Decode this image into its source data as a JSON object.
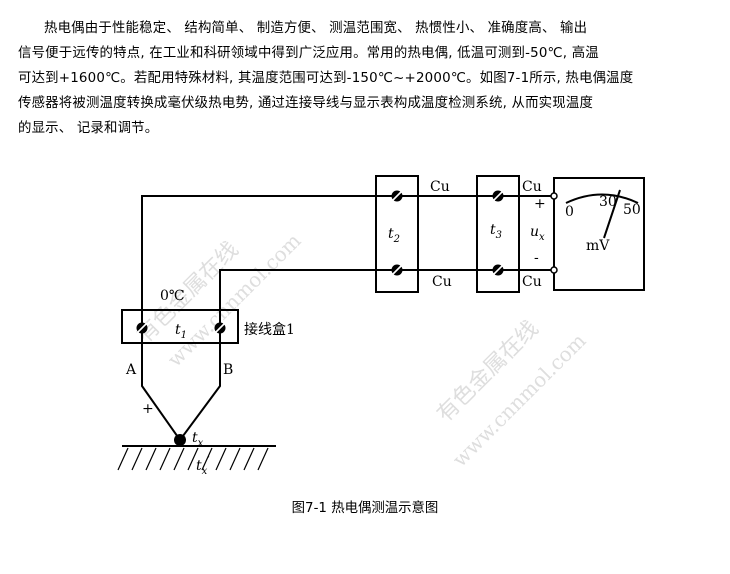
{
  "paragraph": {
    "lines": [
      "热电偶由于性能稳定、 结构简单、 制造方便、 测温范围宽、 热惯性小、 准确度高、 输出",
      "信号便于远传的特点, 在工业和科研领域中得到广泛应用。常用的热电偶, 低温可测到-50℃, 高温",
      "可达到+1600℃。若配用特殊材料, 其温度范围可达到-150℃~+2000℃。如图7-1所示, 热电偶温度",
      "传感器将被测温度转换成毫伏级热电势, 通过连接导线与显示表构成温度检测系统, 从而实现温度",
      "的显示、 记录和调节。"
    ]
  },
  "figure": {
    "caption": "图7-1 热电偶测温示意图",
    "labels": {
      "zero_c": "0℃",
      "t1": "t",
      "t1_sub": "1",
      "junction_box": "接线盒1",
      "lead_a": "A",
      "lead_b": "B",
      "plus_lead": "+",
      "t2": "t",
      "t2_sub": "2",
      "t3": "t",
      "t3_sub": "3",
      "cu_top_1": "Cu",
      "cu_top_2": "Cu",
      "cu_bottom_1": "Cu",
      "cu_bottom_2": "Cu",
      "ux": "u",
      "ux_sub": "x",
      "meter_plus": "+",
      "meter_minus": "-",
      "scale_0": "0",
      "scale_30": "30",
      "scale_50": "50",
      "unit": "mV",
      "tx": "t",
      "tx_sub": "x",
      "tx_prime": "t",
      "tx_prime_sub": "x",
      "tx_prime_mark": "′"
    },
    "watermarks": [
      "有色金属在线",
      "www.cnnmol.com"
    ]
  }
}
